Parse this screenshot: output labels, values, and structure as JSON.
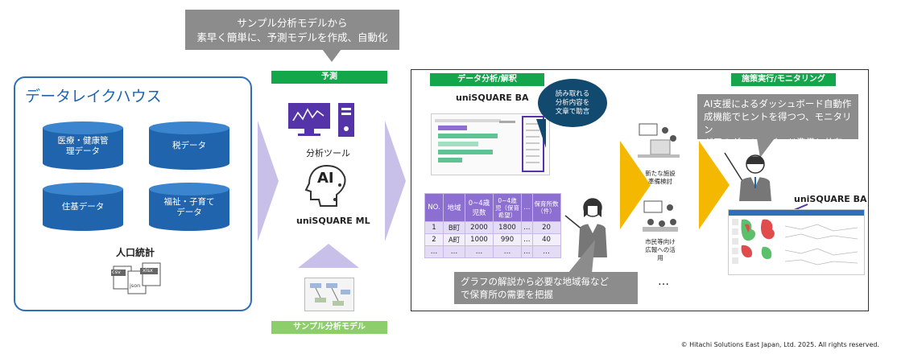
{
  "top_callout": {
    "line1": "サンプル分析モデルから",
    "line2": "素早く簡単に、予測モデルを作成、自動化"
  },
  "data_lake": {
    "title": "データレイクハウス",
    "cylinders": [
      "医療・健康管理データ",
      "税データ",
      "住基データ",
      "福祉・子育てデータ"
    ],
    "stats_label": "人口統計",
    "file_labels": [
      "csv",
      "json",
      "xlsx"
    ]
  },
  "prediction": {
    "header": "予測",
    "tool_label": "分析ツール",
    "ml_label": "uniSQUARE ML",
    "ai_label": "AI",
    "sample_label": "サンプル分析モデル"
  },
  "analysis": {
    "header": "データ分析/解釈",
    "ba_label": "uniSQUARE BA",
    "bubble": [
      "読み取れる",
      "分析内容を",
      "文章で助言"
    ],
    "table": {
      "headers": [
        "NO.",
        "地域",
        "0~4歳児数",
        "0~4歳児（保育希望）",
        "…",
        "保育所数（件）"
      ],
      "rows": [
        [
          "1",
          "B町",
          "2000",
          "1800",
          "…",
          "20"
        ],
        [
          "2",
          "A町",
          "1000",
          "990",
          "…",
          "40"
        ],
        [
          "…",
          "…",
          "…",
          "…",
          "…",
          "…"
        ]
      ]
    },
    "bottom_callout": {
      "line1": "グラフの解説から必要な地域毎など",
      "line2": "で保育所の需要を把握"
    }
  },
  "measures": {
    "scene1": "新たな施設準備検討",
    "scene2": "市民等向け広報への活用",
    "ellipsis": "…"
  },
  "monitoring": {
    "header": "施策実行/モニタリング",
    "callout": {
      "line1": "AI支援によるダッシュボード自動作",
      "line2": "成機能でヒントを得つつ、モニタリン",
      "line3": "グ用のダッシュボード準備と共有"
    },
    "ba_label": "uniSQUARE BA"
  },
  "copyright": "© Hitachi Solutions East Japan, Ltd. 2025. All rights reserved.",
  "colors": {
    "blue": "#1f64ad",
    "green": "#14a64a",
    "light_green": "#8ccf6a",
    "purple": "#8d6fd1",
    "orange": "#f5b800",
    "gray": "#8c8c8c"
  }
}
